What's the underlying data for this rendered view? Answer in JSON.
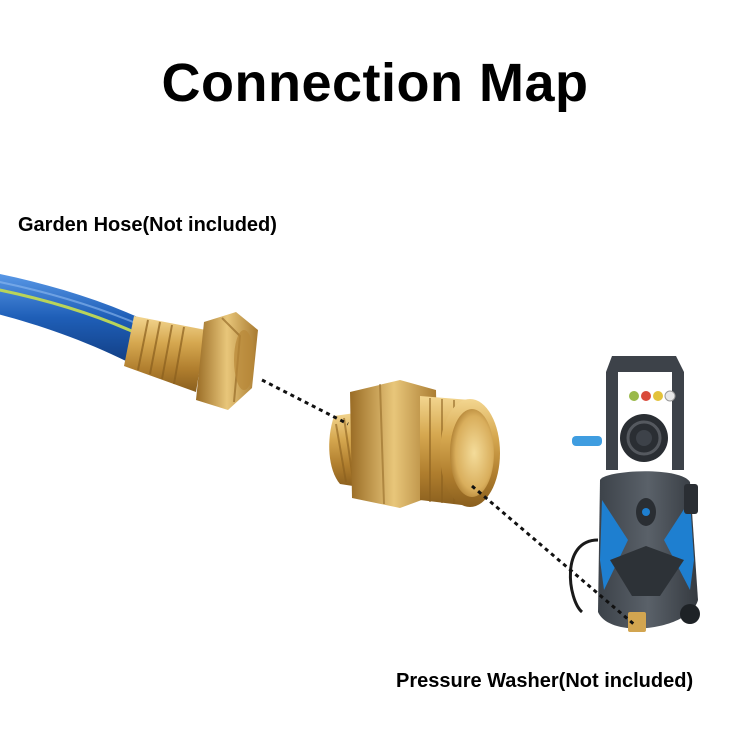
{
  "title": "Connection Map",
  "labels": {
    "hose": "Garden Hose(Not included)",
    "washer": "Pressure Washer(Not included)"
  },
  "colors": {
    "hose_blue": "#1f5fb8",
    "hose_stripe": "#b9d45a",
    "brass": "#c99a45",
    "washer_body": "#4a5058",
    "washer_accent": "#1e7fd0"
  }
}
